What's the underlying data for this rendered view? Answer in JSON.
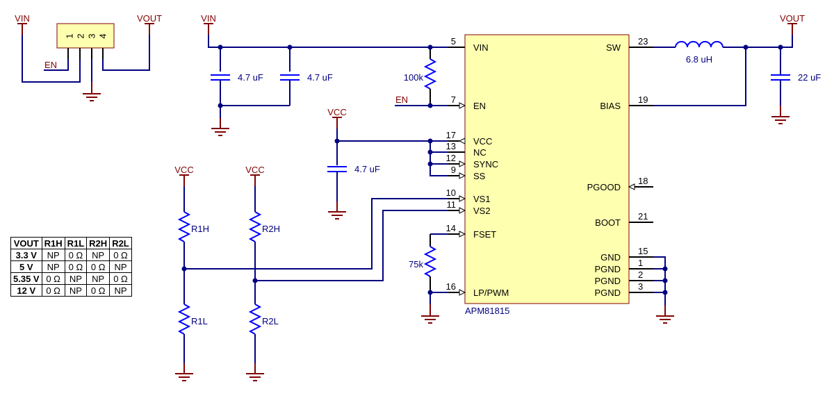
{
  "connector": {
    "pins": [
      "1",
      "2",
      "3",
      "4"
    ],
    "vin_label": "VIN",
    "vout_label": "VOUT",
    "en_label": "EN"
  },
  "input": {
    "vin_label": "VIN",
    "cap1": "4.7 uF",
    "cap2": "4.7 uF",
    "pullup": "100k",
    "en_label": "EN"
  },
  "vcc_block": {
    "vcc_label": "VCC",
    "cap": "4.7 uF"
  },
  "divider": {
    "vcc1_label": "VCC",
    "vcc2_label": "VCC",
    "r1h": "R1H",
    "r1l": "R1L",
    "r2h": "R2H",
    "r2l": "R2L"
  },
  "fset": {
    "resistor": "75k"
  },
  "output": {
    "inductor": "6.8 uH",
    "cap": "22 uF",
    "vout_label": "VOUT"
  },
  "ic": {
    "part": "APM81815",
    "left_pins": [
      {
        "num": "5",
        "name": "VIN"
      },
      {
        "num": "7",
        "name": "EN"
      },
      {
        "num": "17",
        "name": "VCC"
      },
      {
        "num": "13",
        "name": "NC"
      },
      {
        "num": "12",
        "name": "SYNC"
      },
      {
        "num": "9",
        "name": "SS"
      },
      {
        "num": "10",
        "name": "VS1"
      },
      {
        "num": "11",
        "name": "VS2"
      },
      {
        "num": "14",
        "name": "FSET"
      },
      {
        "num": "16",
        "name": "LP/PWM"
      }
    ],
    "right_pins": [
      {
        "num": "23",
        "name": "SW"
      },
      {
        "num": "19",
        "name": "BIAS"
      },
      {
        "num": "18",
        "name": "PGOOD"
      },
      {
        "num": "21",
        "name": "BOOT"
      },
      {
        "num": "15",
        "name": "GND"
      },
      {
        "num": "1",
        "name": "PGND"
      },
      {
        "num": "2",
        "name": "PGND"
      },
      {
        "num": "3",
        "name": "PGND"
      }
    ]
  },
  "config_table": {
    "headers": [
      "VOUT",
      "R1H",
      "R1L",
      "R2H",
      "R2L"
    ],
    "rows": [
      [
        "3.3 V",
        "NP",
        "0 Ω",
        "NP",
        "0 Ω"
      ],
      [
        "5 V",
        "NP",
        "0 Ω",
        "0 Ω",
        "NP"
      ],
      [
        "5.35 V",
        "0 Ω",
        "NP",
        "NP",
        "0 Ω"
      ],
      [
        "12 V",
        "0 Ω",
        "NP",
        "0 Ω",
        "NP"
      ]
    ]
  }
}
